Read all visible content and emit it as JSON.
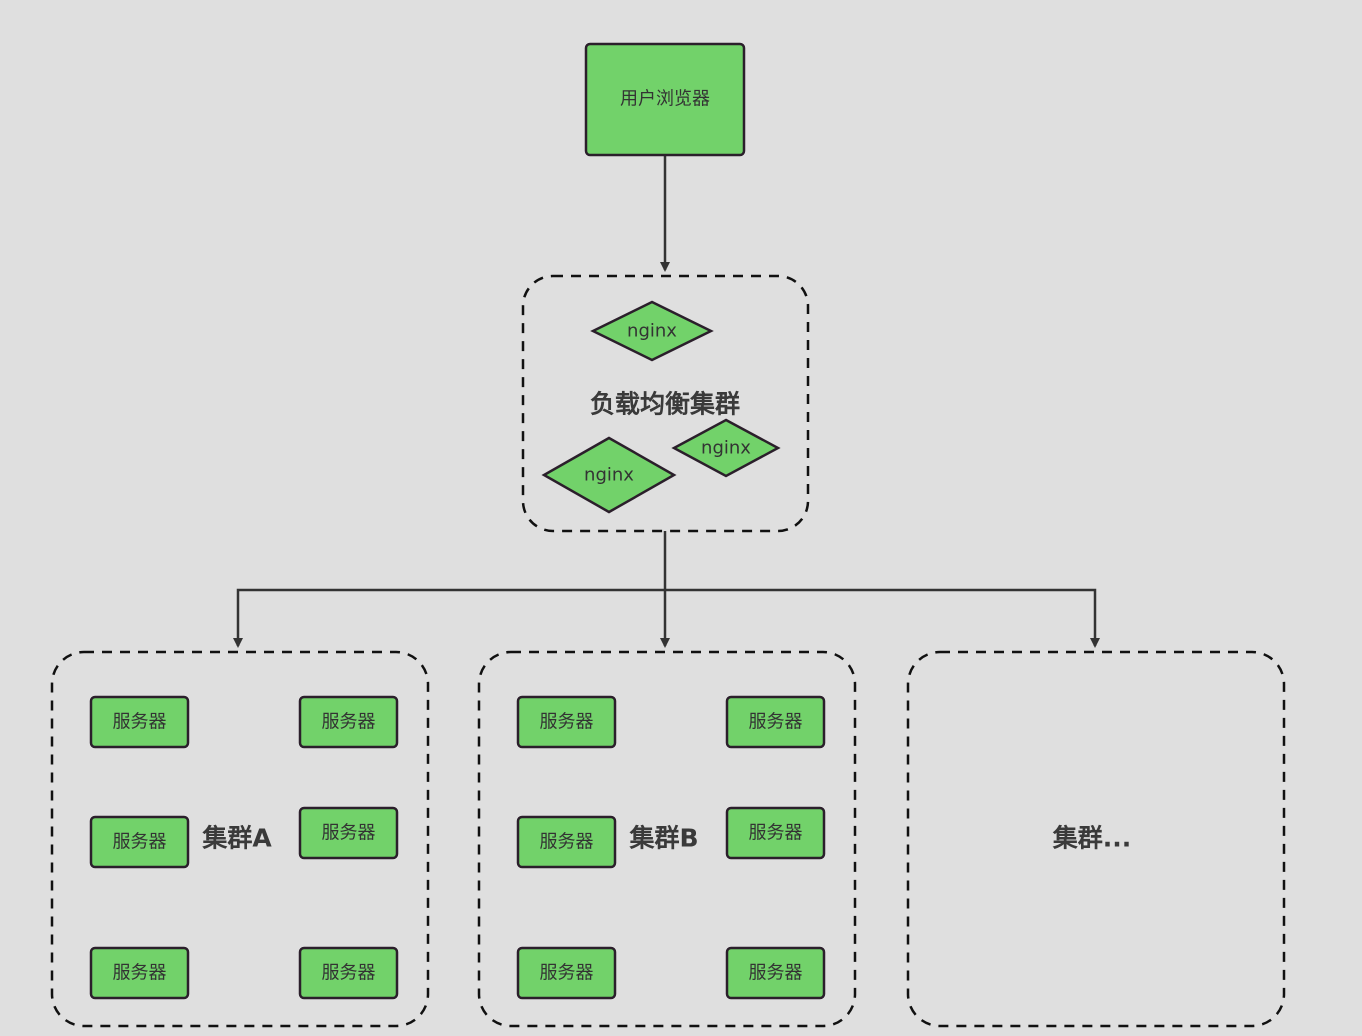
{
  "colors": {
    "node_fill": "#72d26a",
    "node_stroke": "#2b1f2b",
    "background": "#dfdfdf",
    "edge": "#333333"
  },
  "browser": {
    "label": "用户浏览器"
  },
  "load_balancer": {
    "label": "负载均衡集群",
    "nodes": [
      "nginx",
      "nginx",
      "nginx"
    ]
  },
  "clusters": [
    {
      "label": "集群A",
      "servers": [
        "服务器",
        "服务器",
        "服务器",
        "服务器",
        "服务器",
        "服务器"
      ]
    },
    {
      "label": "集群B",
      "servers": [
        "服务器",
        "服务器",
        "服务器",
        "服务器",
        "服务器",
        "服务器"
      ]
    },
    {
      "label": "集群...",
      "servers": []
    }
  ]
}
